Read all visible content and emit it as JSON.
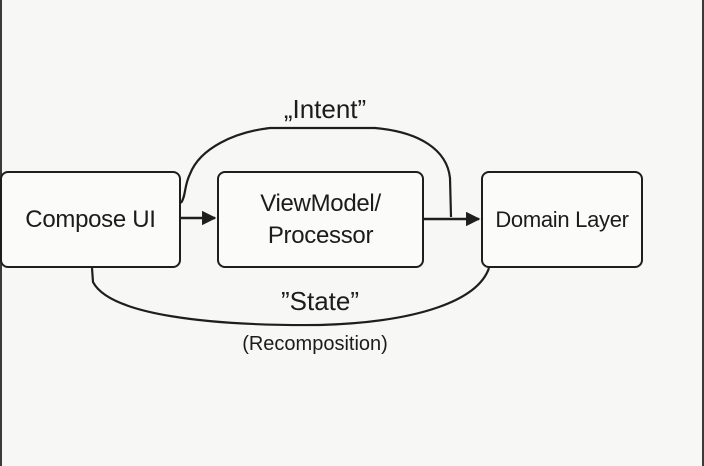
{
  "diagram": {
    "nodes": {
      "compose_ui": "Compose UI",
      "view_model_line1": "ViewModel/",
      "view_model_line2": "Processor",
      "domain_layer": "Domain Layer"
    },
    "edge_labels": {
      "intent": "„Intent”",
      "state": "”State”",
      "recomposition": "(Recomposition)"
    }
  }
}
